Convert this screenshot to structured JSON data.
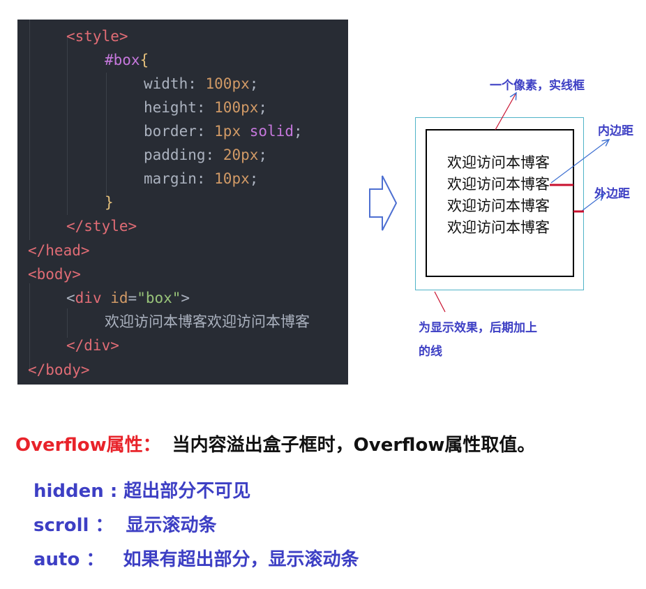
{
  "code": {
    "style_open": "<style>",
    "selector": "#box",
    "brace_open": "{",
    "props": [
      {
        "name": "width",
        "value": "100px"
      },
      {
        "name": "height",
        "value": "100px"
      },
      {
        "name": "border",
        "value": "1px",
        "extra": "solid"
      },
      {
        "name": "padding",
        "value": "20px"
      },
      {
        "name": "margin",
        "value": "10px"
      }
    ],
    "brace_close": "}",
    "style_close": "</style>",
    "head_close": "</head>",
    "body_open": "<body>",
    "div_tag": "div",
    "div_attr": "id",
    "div_attr_value": "\"box\"",
    "div_content": "欢迎访问本博客欢迎访问本博客",
    "div_close": "</div>",
    "body_close": "</body>"
  },
  "diagram": {
    "box_text": "欢迎访问本博客欢迎访问本博客欢迎访问本博客欢迎访问本博客",
    "annotations": {
      "border": "一个像素，实线框",
      "padding": "内边距",
      "margin": "外边距",
      "added_line_1": "为显示效果，后期加上",
      "added_line_2": "的线"
    },
    "colors": {
      "annotation": "#3d3fc4",
      "outer_line": "#4fb3c8",
      "marker": "#c8102e"
    }
  },
  "overflow": {
    "label": "Overflow属性：",
    "description": "当内容溢出盒子框时，Overflow属性取值。",
    "options": [
      "hidden : 超出部分不可见",
      "scroll ：  显示滚动条",
      "auto ：   如果有超出部分，显示滚动条"
    ],
    "colors": {
      "label": "#e8232a",
      "options": "#3d3fc4"
    }
  }
}
